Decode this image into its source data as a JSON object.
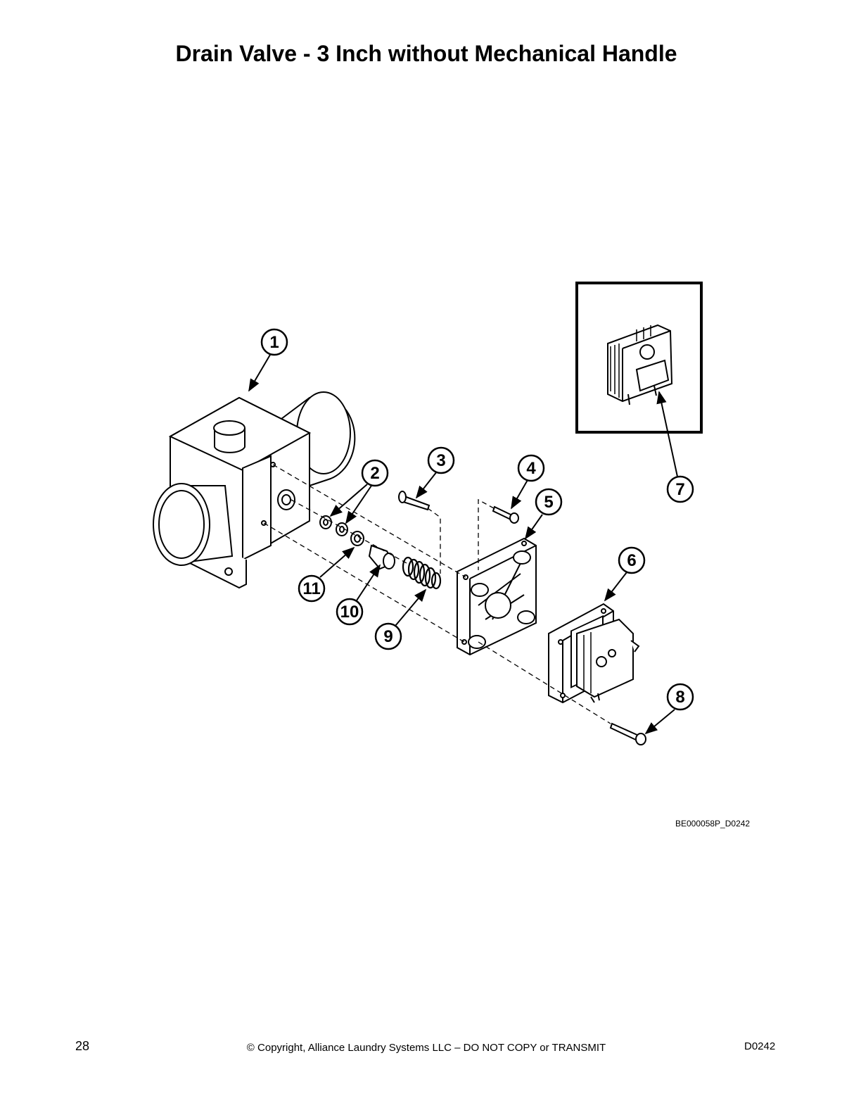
{
  "page": {
    "title": "Drain Valve - 3 Inch without Mechanical Handle",
    "drawing_id": "BE000058P_D0242",
    "page_number": "28",
    "copyright": "© Copyright, Alliance Laundry Systems LLC – DO NOT COPY or TRANSMIT",
    "doc_code": "D0242"
  },
  "callouts": [
    {
      "id": "c1",
      "label": "1"
    },
    {
      "id": "c2",
      "label": "2"
    },
    {
      "id": "c3",
      "label": "3"
    },
    {
      "id": "c4",
      "label": "4"
    },
    {
      "id": "c5",
      "label": "5"
    },
    {
      "id": "c6",
      "label": "6"
    },
    {
      "id": "c7",
      "label": "7"
    },
    {
      "id": "c8",
      "label": "8"
    },
    {
      "id": "c9",
      "label": "9"
    },
    {
      "id": "c10",
      "label": "10"
    },
    {
      "id": "c11",
      "label": "11"
    }
  ]
}
